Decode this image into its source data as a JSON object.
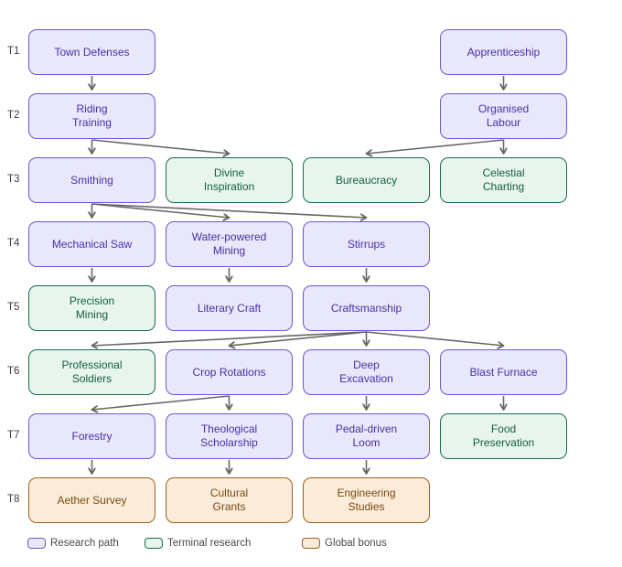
{
  "diagram_type": "tech-tree",
  "tier_labels": [
    "T1",
    "T2",
    "T3",
    "T4",
    "T5",
    "T6",
    "T7",
    "T8"
  ],
  "nodes": [
    {
      "id": "town-defenses",
      "lines": [
        "Town Defenses"
      ],
      "tier": 1,
      "col": 0,
      "type": "path"
    },
    {
      "id": "apprenticeship",
      "lines": [
        "Apprenticeship"
      ],
      "tier": 1,
      "col": 3,
      "type": "path"
    },
    {
      "id": "riding-training",
      "lines": [
        "Riding",
        "Training"
      ],
      "tier": 2,
      "col": 0,
      "type": "path"
    },
    {
      "id": "organised-labour",
      "lines": [
        "Organised",
        "Labour"
      ],
      "tier": 2,
      "col": 3,
      "type": "path"
    },
    {
      "id": "smithing",
      "lines": [
        "Smithing"
      ],
      "tier": 3,
      "col": 0,
      "type": "path"
    },
    {
      "id": "divine-inspiration",
      "lines": [
        "Divine",
        "Inspiration"
      ],
      "tier": 3,
      "col": 1,
      "type": "terminal"
    },
    {
      "id": "bureaucracy",
      "lines": [
        "Bureaucracy"
      ],
      "tier": 3,
      "col": 2,
      "type": "terminal"
    },
    {
      "id": "celestial-charting",
      "lines": [
        "Celestial",
        "Charting"
      ],
      "tier": 3,
      "col": 3,
      "type": "terminal"
    },
    {
      "id": "mechanical-saw",
      "lines": [
        "Mechanical Saw"
      ],
      "tier": 4,
      "col": 0,
      "type": "path"
    },
    {
      "id": "water-powered-mining",
      "lines": [
        "Water-powered",
        "Mining"
      ],
      "tier": 4,
      "col": 1,
      "type": "path"
    },
    {
      "id": "stirrups",
      "lines": [
        "Stirrups"
      ],
      "tier": 4,
      "col": 2,
      "type": "path"
    },
    {
      "id": "precision-mining",
      "lines": [
        "Precision",
        "Mining"
      ],
      "tier": 5,
      "col": 0,
      "type": "terminal"
    },
    {
      "id": "literary-craft",
      "lines": [
        "Literary Craft"
      ],
      "tier": 5,
      "col": 1,
      "type": "path"
    },
    {
      "id": "craftsmanship",
      "lines": [
        "Craftsmanship"
      ],
      "tier": 5,
      "col": 2,
      "type": "path"
    },
    {
      "id": "professional-soldiers",
      "lines": [
        "Professional",
        "Soldiers"
      ],
      "tier": 6,
      "col": 0,
      "type": "terminal"
    },
    {
      "id": "crop-rotations",
      "lines": [
        "Crop Rotations"
      ],
      "tier": 6,
      "col": 1,
      "type": "path"
    },
    {
      "id": "deep-excavation",
      "lines": [
        "Deep",
        "Excavation"
      ],
      "tier": 6,
      "col": 2,
      "type": "path"
    },
    {
      "id": "blast-furnace",
      "lines": [
        "Blast Furnace"
      ],
      "tier": 6,
      "col": 3,
      "type": "path"
    },
    {
      "id": "forestry",
      "lines": [
        "Forestry"
      ],
      "tier": 7,
      "col": 0,
      "type": "path"
    },
    {
      "id": "theological-scholarship",
      "lines": [
        "Theological",
        "Scholarship"
      ],
      "tier": 7,
      "col": 1,
      "type": "path"
    },
    {
      "id": "pedal-driven-loom",
      "lines": [
        "Pedal-driven",
        "Loom"
      ],
      "tier": 7,
      "col": 2,
      "type": "path"
    },
    {
      "id": "food-preservation",
      "lines": [
        "Food",
        "Preservation"
      ],
      "tier": 7,
      "col": 3,
      "type": "terminal"
    },
    {
      "id": "aether-survey",
      "lines": [
        "Aether Survey"
      ],
      "tier": 8,
      "col": 0,
      "type": "bonus"
    },
    {
      "id": "cultural-grants",
      "lines": [
        "Cultural",
        "Grants"
      ],
      "tier": 8,
      "col": 1,
      "type": "bonus"
    },
    {
      "id": "engineering-studies",
      "lines": [
        "Engineering",
        "Studies"
      ],
      "tier": 8,
      "col": 2,
      "type": "bonus"
    }
  ],
  "edges": [
    {
      "from": "town-defenses",
      "to": "riding-training"
    },
    {
      "from": "apprenticeship",
      "to": "organised-labour"
    },
    {
      "from": "riding-training",
      "to": "smithing"
    },
    {
      "from": "riding-training",
      "to": "divine-inspiration"
    },
    {
      "from": "organised-labour",
      "to": "bureaucracy"
    },
    {
      "from": "organised-labour",
      "to": "celestial-charting"
    },
    {
      "from": "smithing",
      "to": "mechanical-saw"
    },
    {
      "from": "smithing",
      "to": "water-powered-mining"
    },
    {
      "from": "smithing",
      "to": "stirrups"
    },
    {
      "from": "mechanical-saw",
      "to": "precision-mining"
    },
    {
      "from": "water-powered-mining",
      "to": "literary-craft"
    },
    {
      "from": "stirrups",
      "to": "craftsmanship"
    },
    {
      "from": "craftsmanship",
      "to": "professional-soldiers"
    },
    {
      "from": "craftsmanship",
      "to": "crop-rotations"
    },
    {
      "from": "craftsmanship",
      "to": "deep-excavation"
    },
    {
      "from": "craftsmanship",
      "to": "blast-furnace"
    },
    {
      "from": "crop-rotations",
      "to": "forestry"
    },
    {
      "from": "crop-rotations",
      "to": "theological-scholarship"
    },
    {
      "from": "deep-excavation",
      "to": "pedal-driven-loom"
    },
    {
      "from": "blast-furnace",
      "to": "food-preservation"
    },
    {
      "from": "forestry",
      "to": "aether-survey"
    },
    {
      "from": "theological-scholarship",
      "to": "cultural-grants"
    },
    {
      "from": "pedal-driven-loom",
      "to": "engineering-studies"
    }
  ],
  "legend": [
    {
      "label": "Research path",
      "type": "path"
    },
    {
      "label": "Terminal research",
      "type": "terminal"
    },
    {
      "label": "Global bonus",
      "type": "bonus"
    }
  ],
  "colors": {
    "path": {
      "fill": "#E9E7FA",
      "stroke": "#6A5ACD",
      "text": "#4433A8"
    },
    "terminal": {
      "fill": "#E7F5EC",
      "stroke": "#15704A",
      "text": "#135F43"
    },
    "bonus": {
      "fill": "#FAECD9",
      "stroke": "#9A611C",
      "text": "#7A4A12"
    },
    "arrow": "#676767",
    "tier_text": "#3D3D3D",
    "legend_text": "#4A4A4A"
  }
}
